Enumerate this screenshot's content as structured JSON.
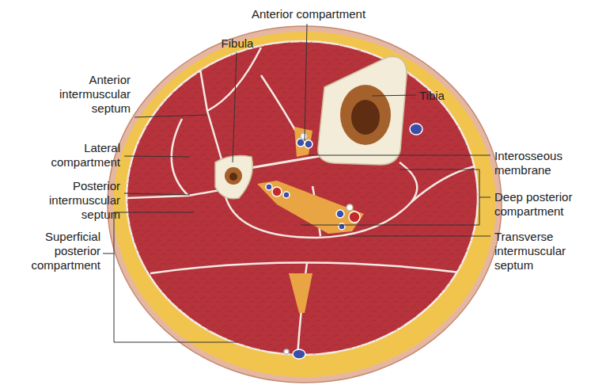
{
  "diagram": {
    "labels": [
      "Anterior compartment",
      "Fibula",
      "Anterior intermuscular septum",
      "Tibia",
      "Lateral compartment",
      "Interosseous membrane",
      "Posterior intermuscular septum",
      "Deep posterior compartment",
      "Superficial posterior compartment",
      "Transverse intermuscular septum"
    ]
  }
}
